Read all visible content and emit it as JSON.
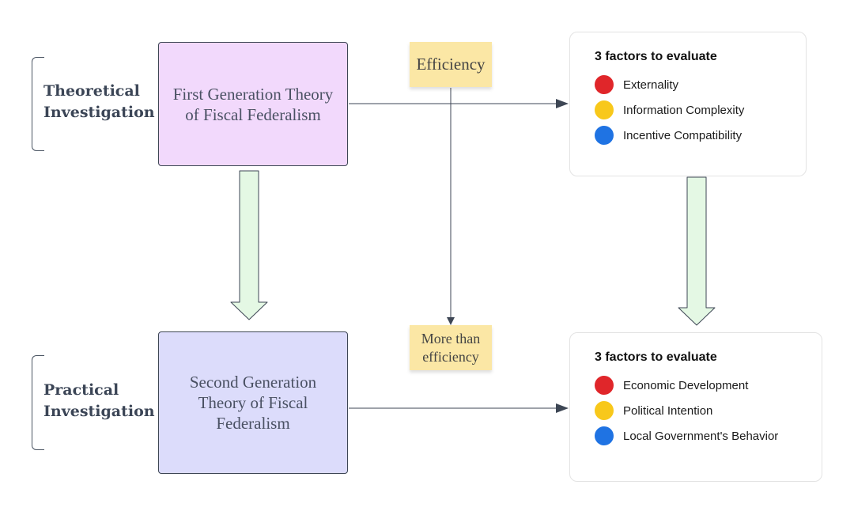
{
  "labels": {
    "theoretical": "Theoretical Investigation",
    "practical": "Practical Investigation"
  },
  "boxes": {
    "first_generation": "First Generation Theory of Fiscal Federalism",
    "second_generation": "Second Generation Theory of Fiscal Federalism"
  },
  "notes": {
    "efficiency": "Efficiency",
    "more_than_efficiency": "More than efficiency"
  },
  "cards": [
    {
      "title": "3 factors to evaluate",
      "factors": [
        {
          "label": "Externality",
          "color": "#e0262a"
        },
        {
          "label": "Information Complexity",
          "color": "#f8c81b"
        },
        {
          "label": "Incentive Compatibility",
          "color": "#1f73e3"
        }
      ]
    },
    {
      "title": "3 factors to evaluate",
      "factors": [
        {
          "label": "Economic Development",
          "color": "#e0262a"
        },
        {
          "label": "Political Intention",
          "color": "#f8c81b"
        },
        {
          "label": "Local Government's Behavior",
          "color": "#1f73e3"
        }
      ]
    }
  ],
  "colors": {
    "first_box_fill": "#f2d9fc",
    "second_box_fill": "#dcdcfb",
    "note_fill": "#fbe7a5",
    "flow_arrow_fill": "#e4f8e4",
    "connector": "#3d4654"
  }
}
